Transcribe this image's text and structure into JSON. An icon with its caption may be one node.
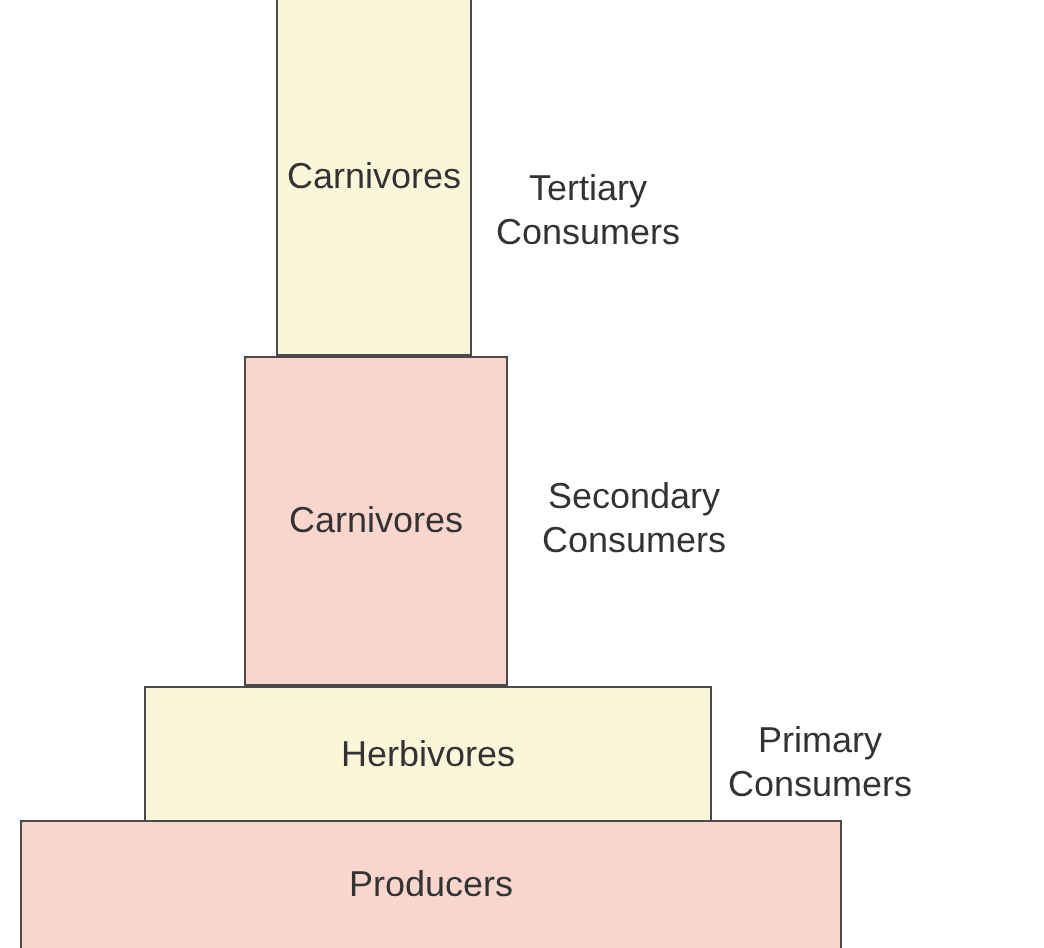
{
  "diagram": {
    "nodes": [
      {
        "text": [
          "Carnivores"
        ],
        "beside": [
          "Tertiary Consumers"
        ]
      },
      {
        "text": [
          "Carnivores"
        ],
        "beside": [
          "Secondary Consumers"
        ]
      },
      {
        "text": [
          "Herbivores"
        ],
        "beside": [
          "Primary Consumers"
        ]
      },
      {
        "text": [
          "Producers"
        ]
      }
    ]
  }
}
